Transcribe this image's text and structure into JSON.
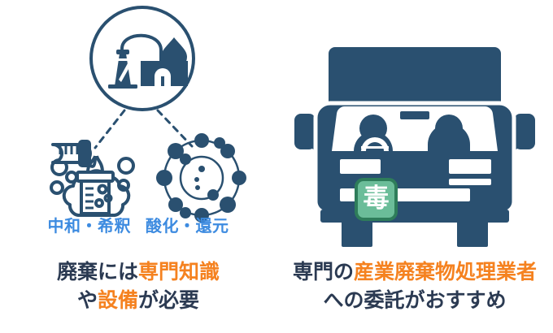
{
  "theme": {
    "background": "#ffffff",
    "navy": "#2a5070",
    "navy_text": "#2b3a52",
    "accent_orange": "#f58220",
    "label_blue": "#3d8be0",
    "badge_green_fill": "#6bbd99",
    "badge_green_border": "#2e7d5a",
    "badge_text": "#ffffff"
  },
  "left_panel": {
    "illustration_name": "chemical-treatment-illustration",
    "icons": {
      "top": "factory-refinery-circle-icon",
      "bottom_left": "beaker-pipette-icon",
      "bottom_right": "molecule-ring-icon"
    },
    "sublabels": [
      {
        "text": "中和・希釈",
        "icon": "beaker-pipette-icon"
      },
      {
        "text": "酸化・還元",
        "icon": "molecule-ring-icon"
      }
    ],
    "caption": {
      "line1_plain_a": "廃棄には",
      "line1_highlight": "専門知識",
      "line2_plain_a": "や",
      "line2_highlight": "設備",
      "line2_plain_b": "が必要"
    }
  },
  "right_panel": {
    "illustration_name": "waste-transport-truck-illustration",
    "icons": {
      "main": "truck-front-icon",
      "badge": "poison-hazard-placard-icon"
    },
    "badge_text": "毒",
    "caption": {
      "line1_plain_a": "専門の",
      "line1_highlight": "産業廃棄物処理業者",
      "line2_plain_a": "への委託がおすすめ"
    }
  }
}
